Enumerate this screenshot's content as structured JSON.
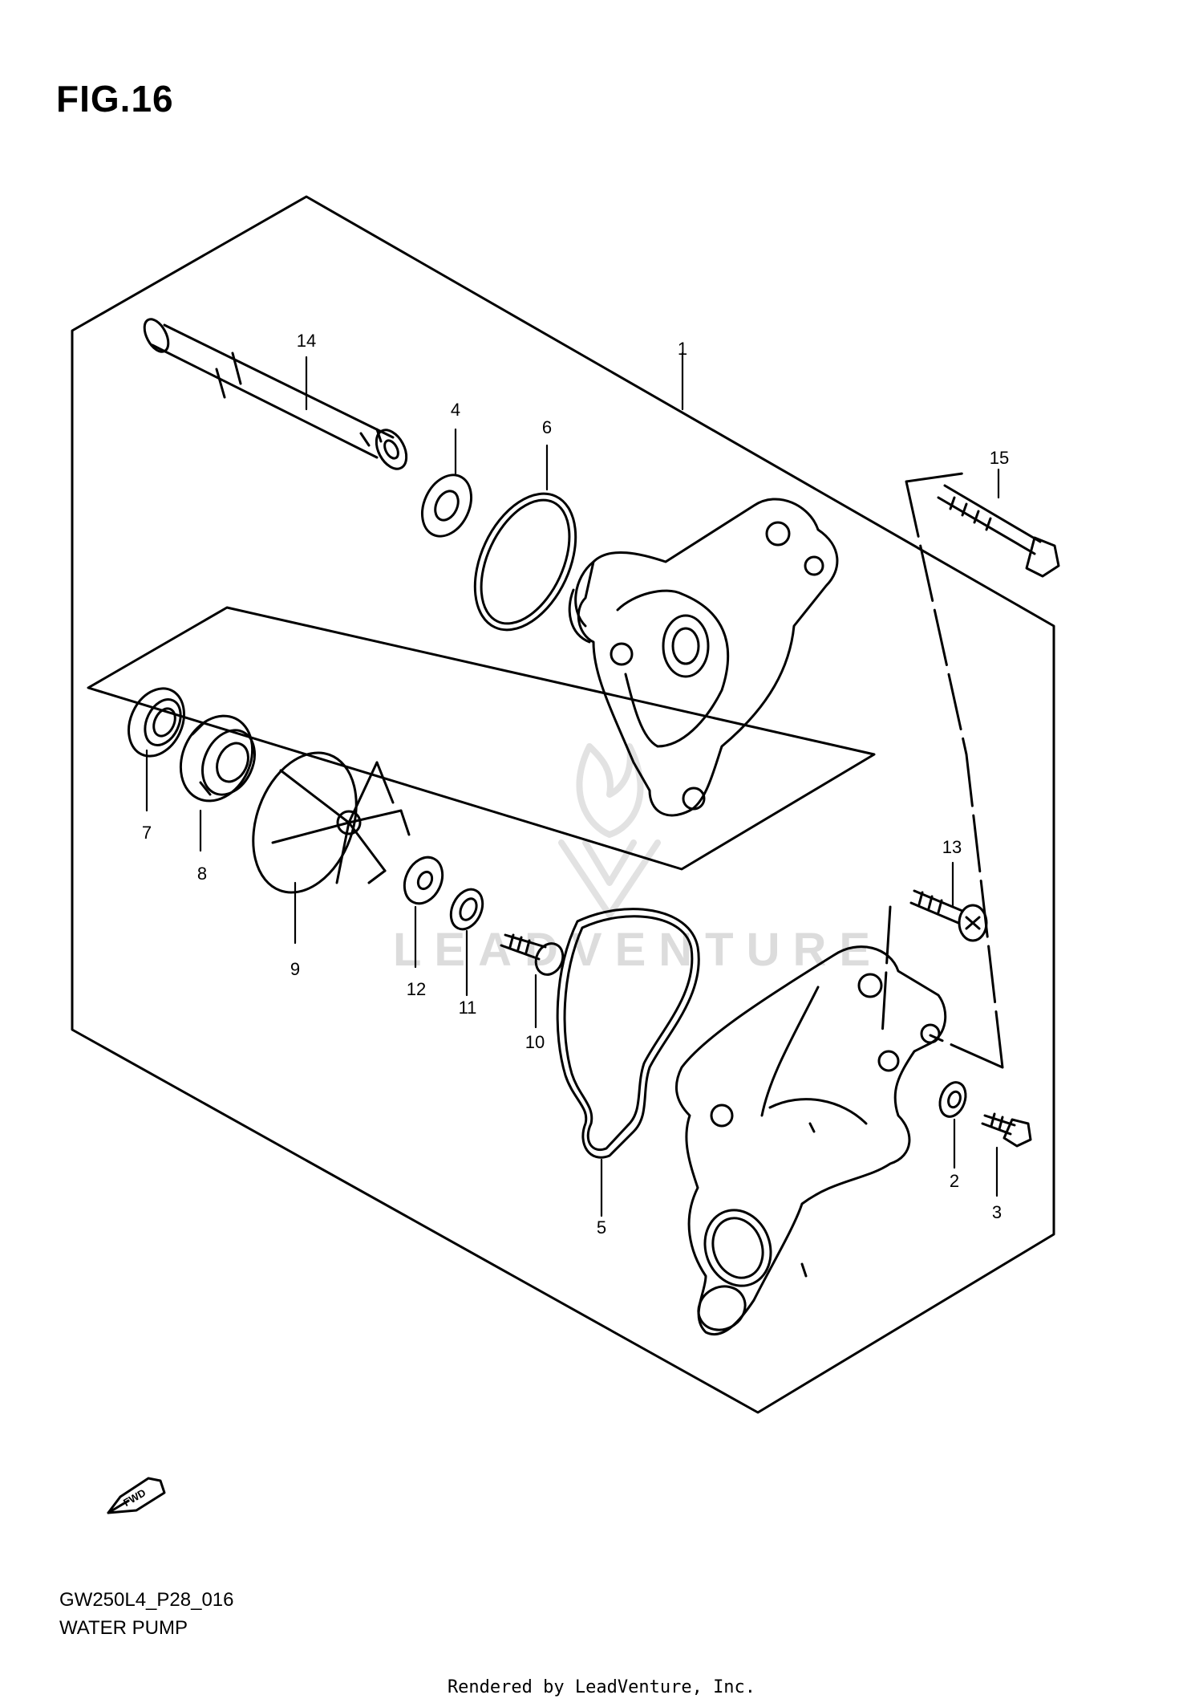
{
  "figure": {
    "title": "FIG.16"
  },
  "callouts": {
    "c1": "1",
    "c2": "2",
    "c3": "3",
    "c4": "4",
    "c5": "5",
    "c6": "6",
    "c7": "7",
    "c8": "8",
    "c9": "9",
    "c10": "10",
    "c11": "11",
    "c12": "12",
    "c13": "13",
    "c14": "14",
    "c15": "15"
  },
  "fwd_label": "FWD",
  "footer": {
    "code": "GW250L4_P28_016",
    "name": "WATER PUMP",
    "rendered_by": "Rendered by LeadVenture, Inc."
  },
  "watermark": {
    "text": "LEADVENTURE"
  }
}
